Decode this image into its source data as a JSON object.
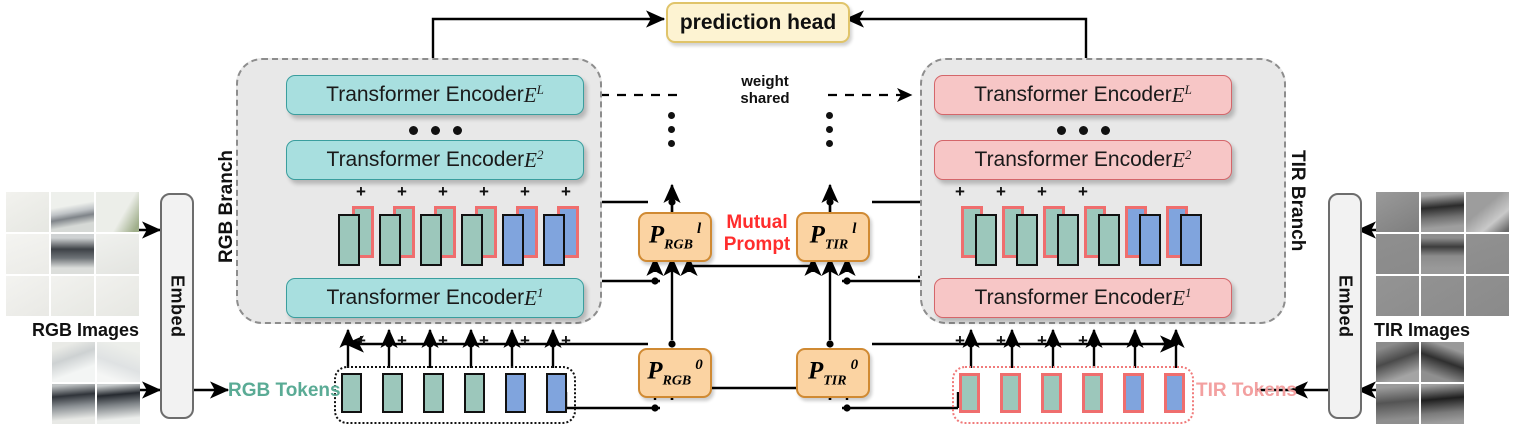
{
  "title": "Mutual Prompt Learning RGB-TIR Dual-Branch Transformer Architecture",
  "prediction_head": {
    "label": "prediction head"
  },
  "weight_shared": {
    "line1": "weight",
    "line2": "shared"
  },
  "mutual_prompt": {
    "line1": "Mutual",
    "line2": "Prompt"
  },
  "rgb_branch": {
    "label": "RGB Branch",
    "encoders": [
      {
        "name": "Transformer Encoder ",
        "symbol": "E",
        "sup": "L"
      },
      {
        "name": "Transformer Encoder ",
        "symbol": "E",
        "sup": "2"
      },
      {
        "name": "Transformer Encoder ",
        "symbol": "E",
        "sup": "1"
      }
    ],
    "tokens_label": "RGB Tokens",
    "embed_label": "Embed",
    "images_label": "RGB Images",
    "token_colors": [
      "green",
      "green",
      "green",
      "green",
      "blue",
      "blue"
    ],
    "plus_signs": [
      "+",
      "+",
      "+",
      "+",
      "+",
      "+"
    ]
  },
  "tir_branch": {
    "label": "TIR Branch",
    "encoders": [
      {
        "name": "Transformer Encoder ",
        "symbol": "E",
        "sup": "L"
      },
      {
        "name": "Transformer Encoder ",
        "symbol": "E",
        "sup": "2"
      },
      {
        "name": "Transformer Encoder ",
        "symbol": "E",
        "sup": "1"
      }
    ],
    "tokens_label": "TIR Tokens",
    "embed_label": "Embed",
    "images_label": "TIR Images",
    "token_colors": [
      "green",
      "green",
      "green",
      "green",
      "blue",
      "blue"
    ],
    "plus_signs": [
      "+",
      "+",
      "+",
      "+"
    ]
  },
  "prompts": [
    {
      "id": "p-rgb-l",
      "base": "P",
      "sub": "RGB",
      "sup": "l"
    },
    {
      "id": "p-tir-l",
      "base": "P",
      "sub": "TIR",
      "sup": "l"
    },
    {
      "id": "p-rgb-0",
      "base": "P",
      "sub": "RGB",
      "sup": "0"
    },
    {
      "id": "p-tir-0",
      "base": "P",
      "sub": "TIR",
      "sup": "0"
    }
  ],
  "colors": {
    "rgb_encoder_fill": "#a8dfdf",
    "rgb_encoder_stroke": "#3a9e9e",
    "tir_encoder_fill": "#f7c6c6",
    "tir_encoder_stroke": "#d4666a",
    "prompt_fill": "#fbd3a2",
    "prompt_stroke": "#d08a33",
    "prediction_fill": "#fdf3d2",
    "prediction_stroke": "#e0c46a",
    "token_green": "#9cc7bb",
    "token_blue": "#80a4dd",
    "token_red_outline": "#ef6e6e",
    "branch_fill": "#e8e8e8",
    "branch_stroke": "#8d8d8d",
    "mutual_text": "#ff2d2d",
    "rgb_token_text": "#5aab95",
    "tir_token_text": "#f3a0a0"
  }
}
